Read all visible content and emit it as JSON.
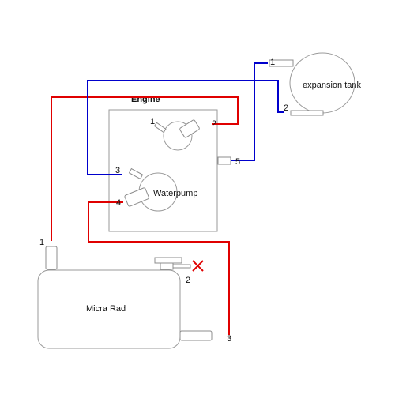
{
  "diagram": {
    "engine_title": "Engine",
    "waterpump_label": "Waterpump",
    "expansion_label": "expansion tank",
    "radiator_label": "Micra Rad",
    "engine_port_labels": [
      "1",
      "2",
      "3",
      "4",
      "5"
    ],
    "expansion_port_labels": [
      "1",
      "2"
    ],
    "radiator_port_labels": [
      "1",
      "2",
      "3"
    ],
    "blocked_mark": "✕"
  },
  "colors": {
    "hot_line": "#e00000",
    "cold_line": "#0000cc",
    "outline": "#9a9a9a",
    "blocked_mark": "#e00000"
  }
}
